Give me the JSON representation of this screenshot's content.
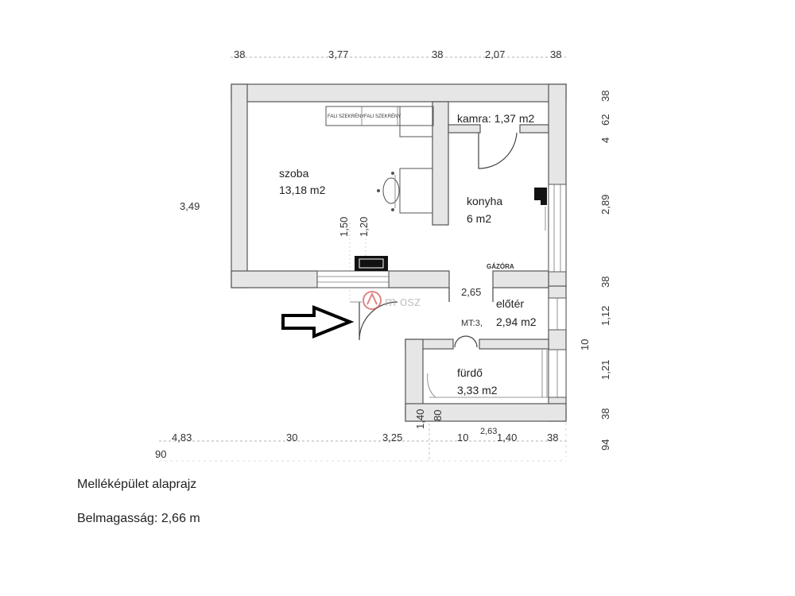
{
  "plan": {
    "rooms": {
      "szoba_name": "szoba",
      "szoba_area": "13,18 m2",
      "kamra": "kamra: 1,37 m2",
      "konyha_name": "konyha",
      "konyha_area": "6 m2",
      "eloter_name": "előtér",
      "eloter_area": "2,94 m2",
      "furdo_name": "fürdő",
      "furdo_area": "3,33 m2"
    },
    "labels": {
      "gazora": "GÁZÓRA",
      "mt": "MT:3,",
      "watermark": "m osz",
      "wardrobe_1": "FALI SZEKRÉNY",
      "wardrobe_2": "FALI SZEKRÉNY"
    },
    "dims_top": [
      "38",
      "3,77",
      "38",
      "2,07",
      "38"
    ],
    "dims_right": [
      "38",
      "4",
      "62",
      "2,89",
      "38",
      "1,12",
      "10",
      "1,21",
      "38",
      "94"
    ],
    "dims_left": "3,49",
    "dims_inner": [
      "1,50",
      "1,20",
      "2,65",
      "1,40",
      "80"
    ],
    "dims_bottom": [
      "4,83",
      "30",
      "3,25",
      "10",
      "2,63",
      "1,40",
      "38",
      "90"
    ]
  },
  "captions": {
    "title": "Melléképület alaprajz",
    "height": "Belmagasság: 2,66 m"
  }
}
